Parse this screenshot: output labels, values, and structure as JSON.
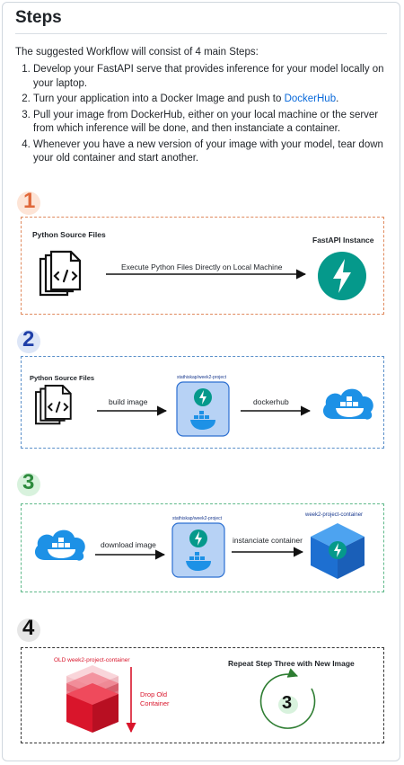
{
  "heading": "Steps",
  "intro": "The suggested Workflow will consist of 4 main Steps:",
  "steps": [
    {
      "text": "Develop your FastAPI serve that provides inference for your model locally on your laptop."
    },
    {
      "text_before": "Turn your application into a Docker Image and push to ",
      "link": "DockerHub",
      "text_after": "."
    },
    {
      "text": "Pull your image from DockerHub, either on your local machine or the server from which inference will be done, and then instanciate a container."
    },
    {
      "text": "Whenever you have a new version of your image with your model, tear down your old container and start another."
    }
  ],
  "diagram": {
    "badges": [
      "1",
      "2",
      "3",
      "4"
    ],
    "step1": {
      "source_label": "Python Source Files",
      "arrow_label": "Execute Python Files Directly on Local Machine",
      "target_label": "FastAPI Instance"
    },
    "step2": {
      "source_label": "Python Source Files",
      "arrow1_label": "build image",
      "image_tag": "stathiskap/week2-project",
      "arrow2_label": "dockerhub"
    },
    "step3": {
      "arrow1_label": "download image",
      "image_tag": "stathiskap/week2-project",
      "arrow2_label": "instanciate container",
      "container_label": "week2-project-container"
    },
    "step4": {
      "old_label": "OLD week2-project-container",
      "drop_label_1": "Drop Old",
      "drop_label_2": "Container",
      "repeat_label": "Repeat Step Three with New Image",
      "circle_number": "3"
    },
    "colors": {
      "panel1_border": "#e08a5e",
      "panel2_border": "#5a8fc9",
      "panel3_border": "#5fb98a",
      "panel4_border": "#333333",
      "fastapi": "#05998b",
      "docker": "#1d91e6",
      "red": "#d9152b"
    }
  }
}
